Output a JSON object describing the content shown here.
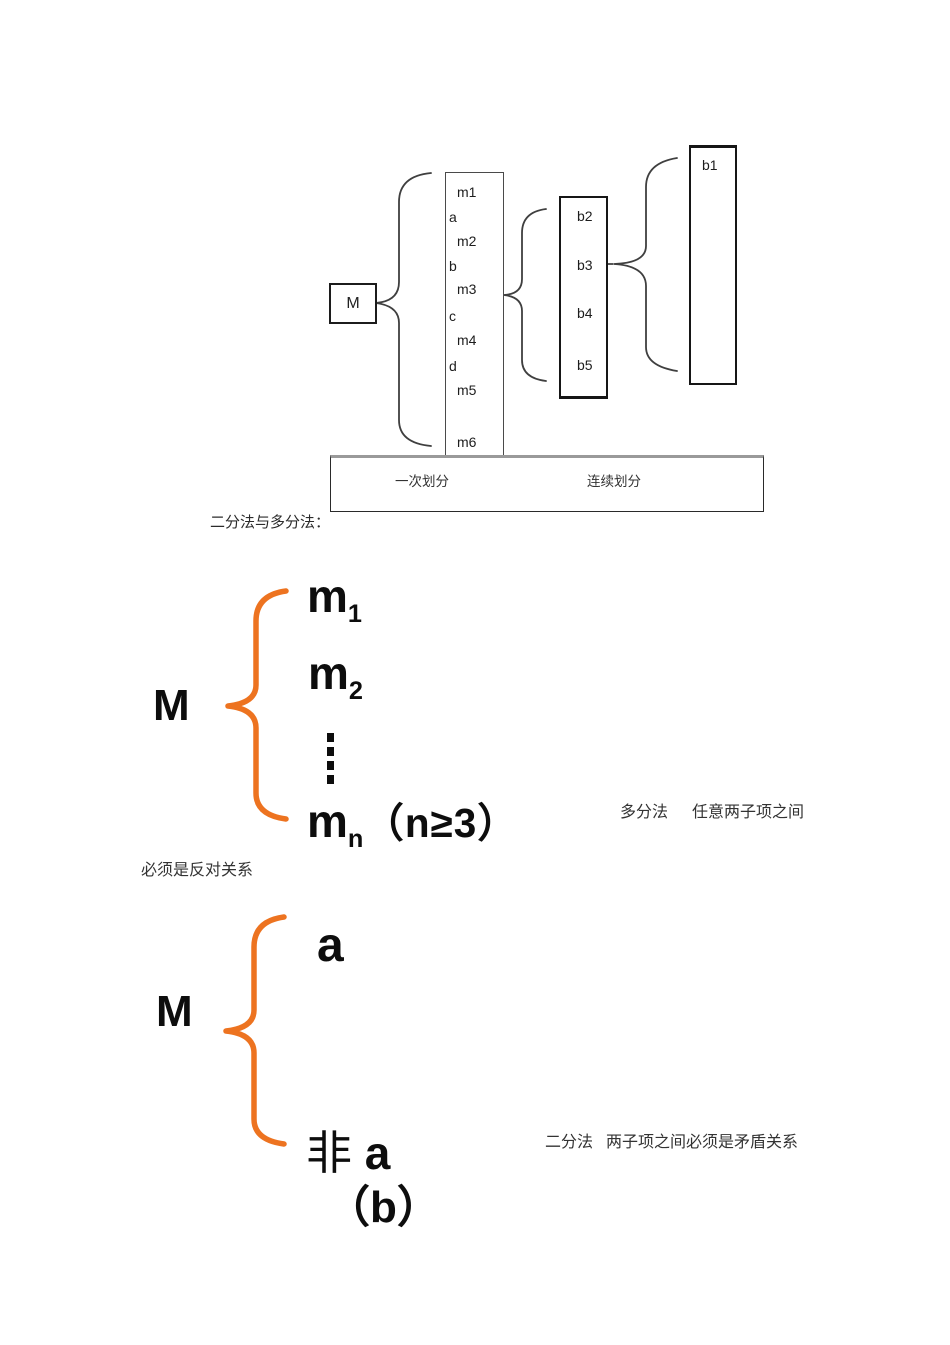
{
  "colors": {
    "accent_orange": "#ED7320",
    "line_gray": "#3f3f3f",
    "text_black": "#111111"
  },
  "diagram": {
    "root_label": "M",
    "level1": {
      "items": [
        "m1",
        "a",
        "m2",
        "b",
        "m3",
        "c",
        "m4",
        "d",
        "m5",
        "m6"
      ]
    },
    "level2": {
      "items": [
        "b2",
        "b3",
        "b4",
        "b5"
      ]
    },
    "level3": {
      "items": [
        "b1"
      ]
    },
    "legend": {
      "first": "一次划分",
      "second": "连续划分"
    }
  },
  "caption": "二分法与多分法：",
  "multi_section": {
    "root_label": "M",
    "item1": {
      "base": "m",
      "sub": "1"
    },
    "item2": {
      "base": "m",
      "sub": "2"
    },
    "item_n": {
      "base": "m",
      "sub": "n",
      "suffix": "（n≥3）"
    },
    "label": "多分法",
    "note_right": "任意两子项之间",
    "note_continued": "必须是反对关系"
  },
  "binary_section": {
    "root_label": "M",
    "item1": "a",
    "item2_prefix": "非",
    "item2_base": "a",
    "item2_alt": "（b）",
    "label": "二分法",
    "note": "两子项之间必须是矛盾关系"
  }
}
